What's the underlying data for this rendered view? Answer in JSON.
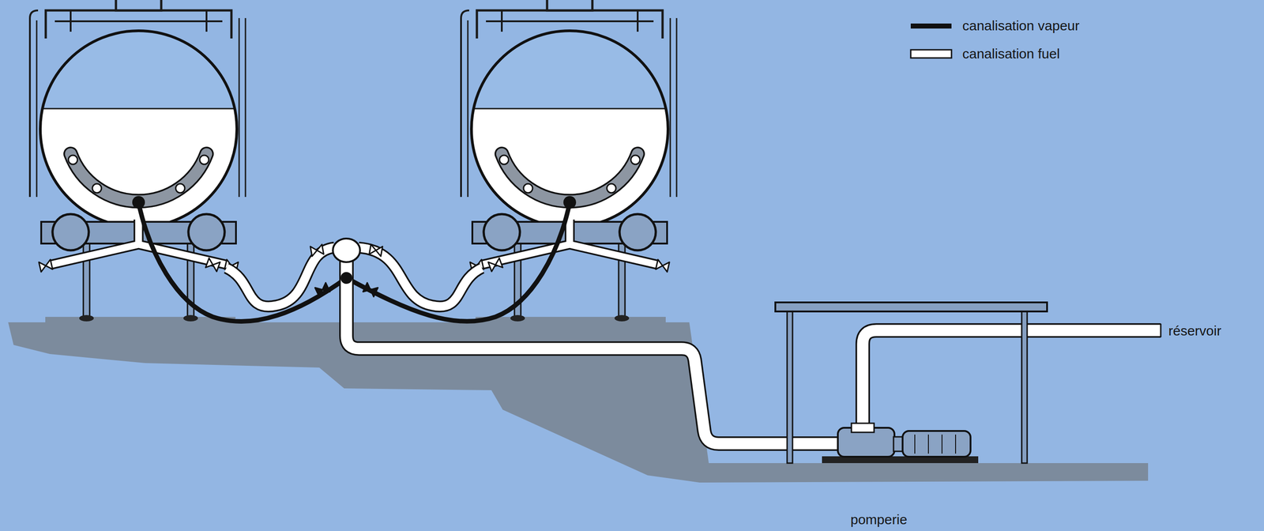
{
  "diagram": {
    "labels": [
      "réservoir",
      "pomperie"
    ],
    "legend": [
      {
        "text": "canalisation vapeur"
      },
      {
        "text": "canalisation fuel"
      }
    ]
  }
}
